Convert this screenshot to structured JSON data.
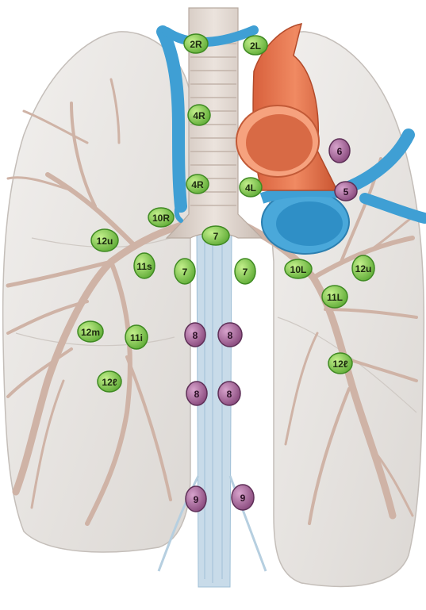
{
  "colors": {
    "node_green": "#7cc64a",
    "node_green_edge": "#3f8a22",
    "node_purple": "#9a5a8e",
    "node_purple_edge": "#5e2f57",
    "lung": "#eae7e4",
    "bronchus": "#cfb3a6",
    "trachea": "#d9cfc8",
    "aorta": "#e4744e",
    "vein": "#3f9fd4",
    "esophagus": "#b9cfe0"
  },
  "nodes": [
    {
      "label": "2R",
      "color": "green"
    },
    {
      "label": "2L",
      "color": "green"
    },
    {
      "label": "4R",
      "color": "green"
    },
    {
      "label": "4R",
      "color": "green"
    },
    {
      "label": "4L",
      "color": "green"
    },
    {
      "label": "6",
      "color": "purple"
    },
    {
      "label": "5",
      "color": "purple"
    },
    {
      "label": "10R",
      "color": "green"
    },
    {
      "label": "7",
      "color": "green"
    },
    {
      "label": "12u",
      "color": "green"
    },
    {
      "label": "11s",
      "color": "green"
    },
    {
      "label": "7",
      "color": "green"
    },
    {
      "label": "7",
      "color": "green"
    },
    {
      "label": "10L",
      "color": "green"
    },
    {
      "label": "12u",
      "color": "green"
    },
    {
      "label": "11L",
      "color": "green"
    },
    {
      "label": "12m",
      "color": "green"
    },
    {
      "label": "11i",
      "color": "green"
    },
    {
      "label": "8",
      "color": "purple"
    },
    {
      "label": "8",
      "color": "purple"
    },
    {
      "label": "12ℓ",
      "color": "green"
    },
    {
      "label": "12ℓ",
      "color": "green"
    },
    {
      "label": "8",
      "color": "purple"
    },
    {
      "label": "8",
      "color": "purple"
    },
    {
      "label": "9",
      "color": "purple"
    },
    {
      "label": "9",
      "color": "purple"
    }
  ]
}
